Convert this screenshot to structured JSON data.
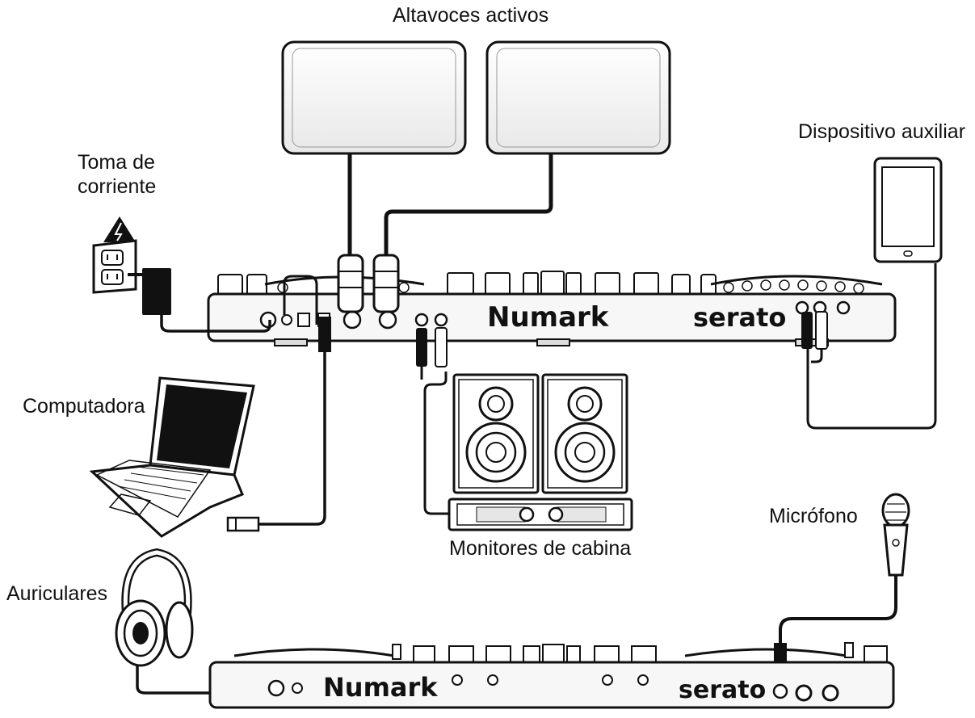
{
  "labels": {
    "active_speakers": "Altavoces activos",
    "power_outlet_line1": "Toma de",
    "power_outlet_line2": "corriente",
    "aux_device": "Dispositivo auxiliar",
    "computer": "Computadora",
    "booth_monitors": "Monitores de cabina",
    "microphone": "Micrófono",
    "headphones": "Auriculares"
  },
  "brands": {
    "controller": "Numark",
    "software": "serato"
  },
  "colors": {
    "line": "#111111",
    "background": "#ffffff",
    "panel": "#f2f2f2"
  },
  "icons": [
    "warning-icon",
    "power-outlet-icon",
    "power-adapter-icon",
    "laptop-icon",
    "tablet-icon",
    "speaker-icon",
    "microphone-icon",
    "headphones-icon",
    "amplifier-icon"
  ]
}
